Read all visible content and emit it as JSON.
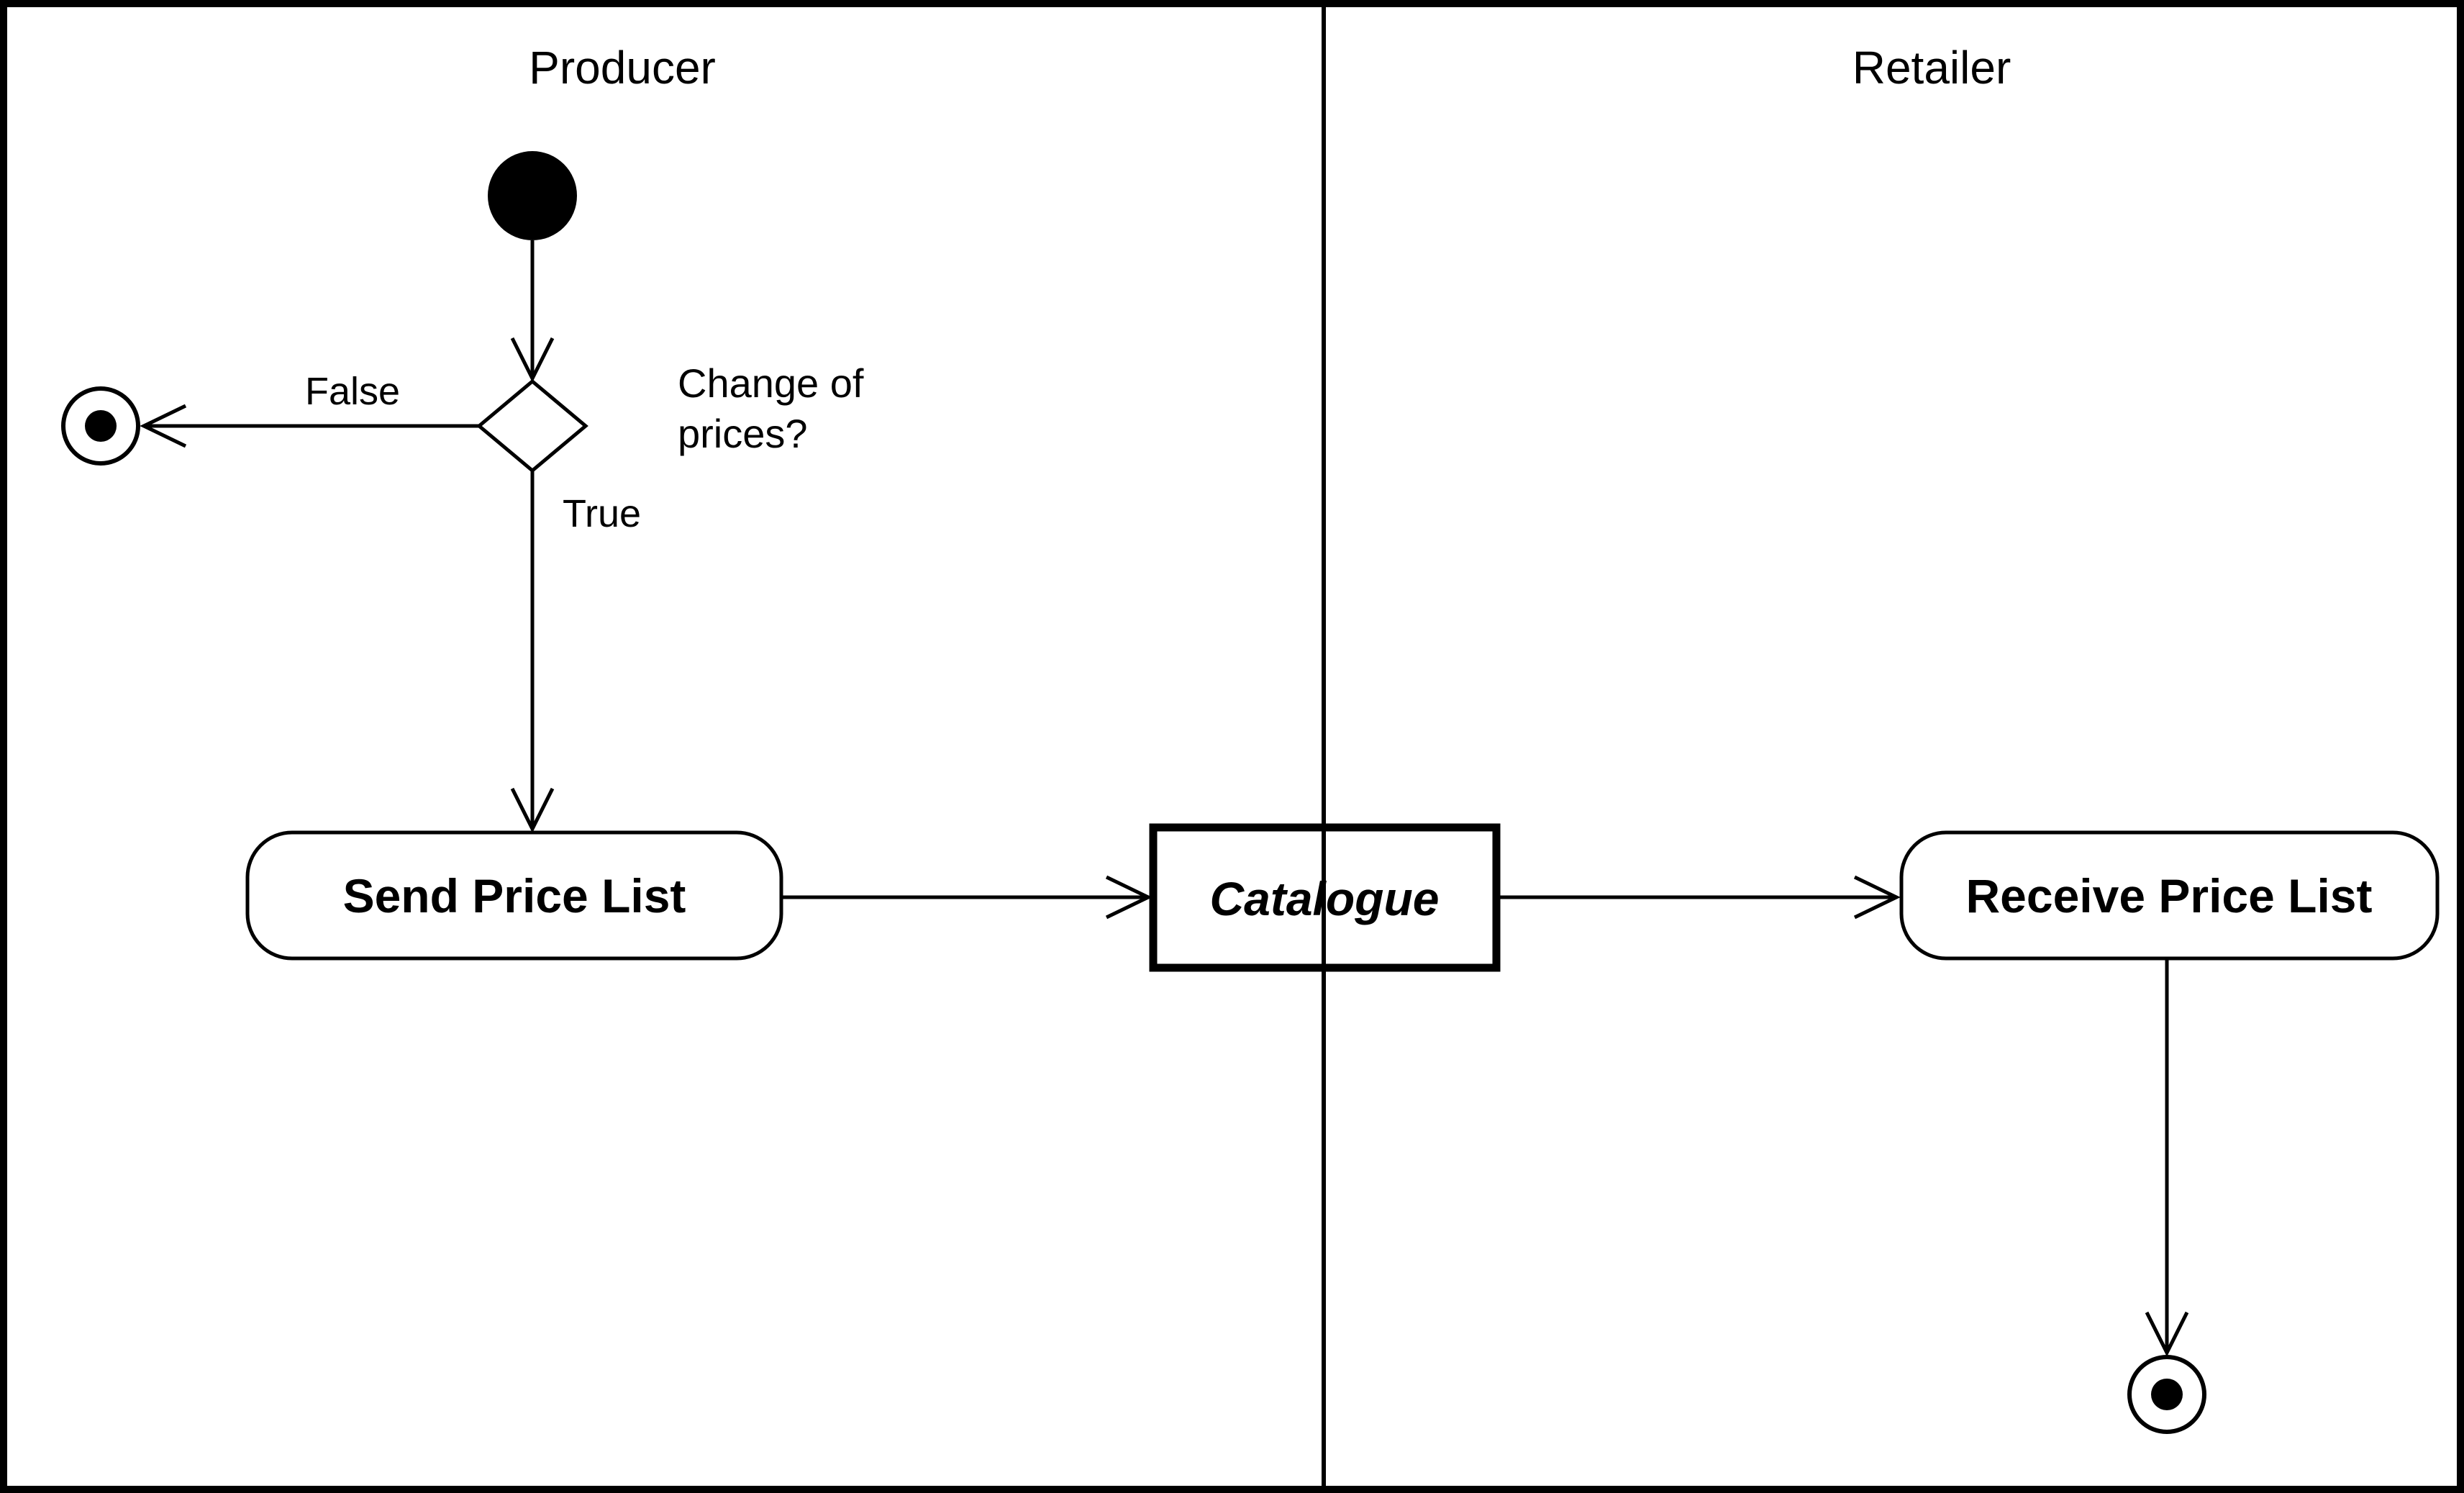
{
  "colors": {
    "ink": "#000000",
    "background": "#ffffff"
  },
  "lanes": {
    "producer": "Producer",
    "retailer": "Retailer"
  },
  "decision": {
    "question_line1": "Change of",
    "question_line2": "prices?",
    "false_label": "False",
    "true_label": "True"
  },
  "nodes": {
    "send_price_list": "Send Price List",
    "catalogue": "Catalogue",
    "receive_price_list": "Receive Price List"
  }
}
